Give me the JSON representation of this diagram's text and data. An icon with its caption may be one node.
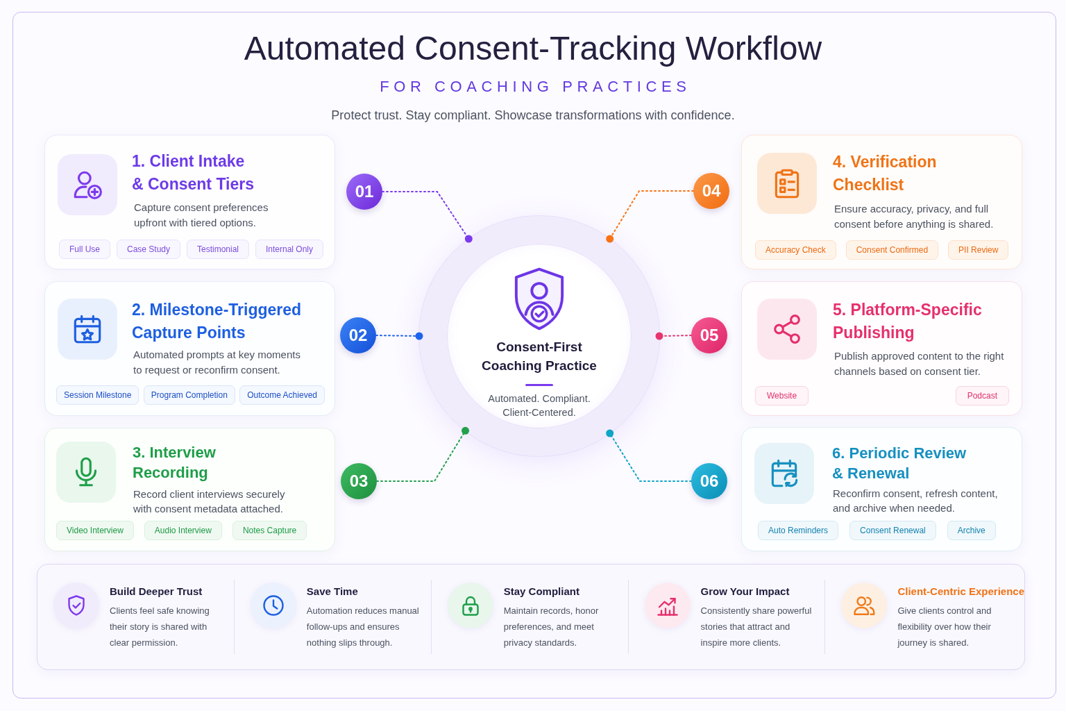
{
  "diagram": {
    "title": "Automated Consent-Tracking Workflow",
    "nodes": [
      {
        "text": [
          "1. Client Intake & Consent Tiers",
          "Capture consent preferences upfront with tiered options."
        ]
      },
      {
        "text": [
          "Full Use"
        ],
        "in": 0
      },
      {
        "text": [
          "Case Study"
        ],
        "in": 0
      },
      {
        "text": [
          "Testimonial"
        ],
        "in": 0
      },
      {
        "text": [
          "Internal Only"
        ],
        "in": 0
      },
      {
        "text": [
          "2. Milestone-Triggered Capture Points",
          "Automated prompts at key moments to request or reconfirm consent."
        ]
      },
      {
        "text": [
          "Session Milestone"
        ],
        "in": 5
      },
      {
        "text": [
          "Program Completion"
        ],
        "in": 5
      },
      {
        "text": [
          "Outcome Achieved"
        ],
        "in": 5
      },
      {
        "text": [
          "3. Interview Recording",
          "Record client interviews securely with consent metadata attached."
        ]
      },
      {
        "text": [
          "Video Interview"
        ],
        "in": 9
      },
      {
        "text": [
          "Audio Interview"
        ],
        "in": 9
      },
      {
        "text": [
          "Notes Capture"
        ],
        "in": 9
      },
      {
        "text": [
          "01"
        ]
      },
      {
        "text": [
          "02"
        ]
      },
      {
        "text": [
          "03"
        ]
      },
      {
        "text": [
          "Consent-First Coaching Practice",
          "Automated. Compliant. Client-Centered."
        ]
      },
      {
        "text": [
          "04"
        ]
      },
      {
        "text": [
          "05"
        ]
      },
      {
        "text": [
          "06"
        ]
      },
      {
        "text": [
          "4. Verification Checklist",
          "Ensure accuracy, privacy, and full consent before anything is shared."
        ]
      },
      {
        "text": [
          "Accuracy Check"
        ],
        "in": 20
      },
      {
        "text": [
          "Consent Confirmed"
        ],
        "in": 20
      },
      {
        "text": [
          "PII Review"
        ],
        "in": 20
      },
      {
        "text": [
          "5. Platform-Specific Publishing",
          "Publish approved content to the right channels based on consent tier."
        ]
      },
      {
        "text": [
          "Website"
        ],
        "in": 24
      },
      {
        "text": [
          "Podcast"
        ],
        "in": 24
      },
      {
        "text": [
          "6. Periodic Review & Renewal",
          "Reconfirm consent, refresh content, and archive when needed."
        ]
      },
      {
        "text": [
          "Auto Reminders"
        ],
        "in": 27
      },
      {
        "text": [
          "Consent Renewal"
        ],
        "in": 27
      },
      {
        "text": [
          "Archive"
        ],
        "in": 27
      },
      {
        "text": [],
        "shape": "box"
      },
      {
        "text": [
          "Build Deeper Trust",
          "Clients feel safe knowing their story is shared with clear permission."
        ],
        "in": 31
      },
      {
        "text": [
          "Save Time",
          "Automation reduces manual follow-ups and ensures nothing slips through."
        ],
        "in": 31
      },
      {
        "text": [
          "Stay Compliant",
          "Maintain records, honor preferences, and meet privacy standards."
        ],
        "in": 31
      },
      {
        "text": [
          "Grow Your Impact",
          "Consistently share powerful stories that attract and inspire more clients."
        ],
        "in": 31
      },
      {
        "text": [
          "Client-Centric Experience",
          "Give clients control and flexibility over how their journey is shared."
        ],
        "in": 31
      }
    ],
    "edges": [
      {
        "from": 13,
        "to": 16,
        "arrow": "other",
        "style": "dashed",
        "color": "#7c3aed"
      },
      {
        "from": 14,
        "to": 16,
        "arrow": "other",
        "style": "dashed",
        "color": "#1d63ed"
      },
      {
        "from": 15,
        "to": 16,
        "arrow": "other",
        "style": "dashed",
        "color": "#22a04b"
      },
      {
        "from": 17,
        "to": 16,
        "arrow": "other",
        "style": "dashed",
        "color": "#f97316"
      },
      {
        "from": 18,
        "to": 16,
        "arrow": "other",
        "style": "dashed",
        "color": "#e8336f"
      },
      {
        "from": 19,
        "to": 16,
        "arrow": "other",
        "style": "dashed",
        "color": "#0ea5c6"
      }
    ],
    "labels": [
      "FOR COACHING PRACTICES",
      "Protect trust. Stay compliant. Showcase transformations with confidence."
    ]
  }
}
